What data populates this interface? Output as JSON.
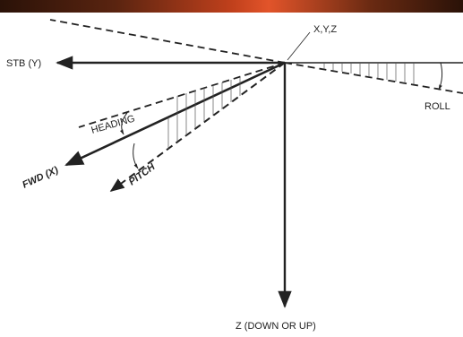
{
  "labels": {
    "origin": "X,Y,Z",
    "stb_axis": "STB (Y)",
    "fwd_axis": "FWD (X)",
    "z_axis": "Z (DOWN OR UP)",
    "heading": "HEADING",
    "pitch": "PITCH",
    "roll": "ROLL"
  },
  "colors": {
    "banner": "#e2542a",
    "line": "#222222"
  }
}
